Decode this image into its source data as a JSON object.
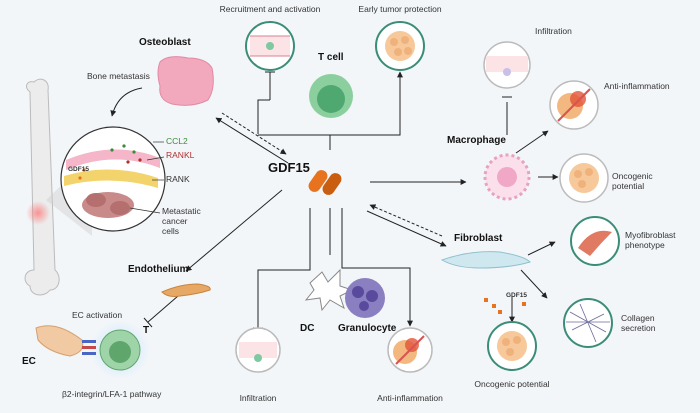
{
  "center": {
    "label": "GDF15"
  },
  "top": {
    "recruitment": "Recruitment and activation",
    "early_protection": "Early tumor protection",
    "tcell": "T cell"
  },
  "osteoblast": {
    "label": "Osteoblast",
    "bone_metastasis": "Bone metastasis"
  },
  "inset": {
    "ccl2": "CCL2",
    "rankl": "RANKL",
    "rank": "RANK",
    "gdf15": "GDF15",
    "metastatic": "Metastatic\ncancer\ncells"
  },
  "endothelium": {
    "label": "Endothelium",
    "ec_activation": "EC activation",
    "ec": "EC",
    "t": "T",
    "pathway": "β2-integrin/LFA-1 pathway"
  },
  "bottom": {
    "dc": "DC",
    "granulocyte": "Granulocyte",
    "infiltration": "Infiltration",
    "anti_inflammation": "Anti-inflammation"
  },
  "macrophage": {
    "label": "Macrophage",
    "infiltration": "Infiltration",
    "anti_inflammation": "Anti-inflammation",
    "oncogenic": "Oncogenic\npotential"
  },
  "fibroblast": {
    "label": "Fibroblast",
    "myofibroblast": "Myofibroblast\nphenotype",
    "collagen": "Collagen\nsecretion",
    "gdf15": "GDF15",
    "oncogenic": "Oncogenic potential"
  },
  "colors": {
    "circle_border": "#3c8d78",
    "center_orange": "#e8731f",
    "rankl_red": "#b03030",
    "ccl2_green": "#3a8a3a",
    "tcell_green": "#8ccf9f",
    "granulocyte_purple": "#8a7fc0",
    "osteoblast_pink": "#f2a8bd"
  }
}
